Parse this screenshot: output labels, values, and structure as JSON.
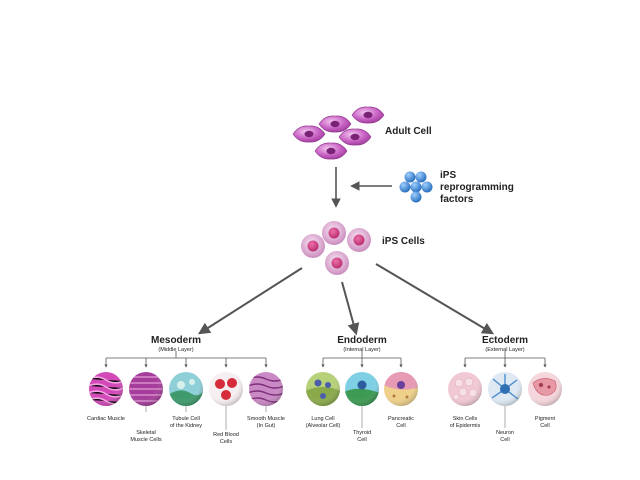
{
  "top": {
    "adult_cell": "Adult Cell",
    "factors_line1": "iPS",
    "factors_line2": "reprogramming",
    "factors_line3": "factors",
    "ips_cells": "iPS Cells"
  },
  "layers": [
    {
      "name": "Mesoderm",
      "sub": "(Middle Layer)",
      "cells": [
        {
          "label": "Cardiac Muscle"
        },
        {
          "label": "Skeletal\nMuscle Cells"
        },
        {
          "label": "Tubule Cell\nof the Kidney"
        },
        {
          "label": "Red Blood\nCells"
        },
        {
          "label": "Smooth Muscle\n(In Gut)"
        }
      ]
    },
    {
      "name": "Endoderm",
      "sub": "(Internal Layer)",
      "cells": [
        {
          "label": "Lung Cell\n(Alveolar Cell)"
        },
        {
          "label": "Thyroid\nCell"
        },
        {
          "label": "Pancreatic\nCell"
        }
      ]
    },
    {
      "name": "Ectoderm",
      "sub": "(External Layer)",
      "cells": [
        {
          "label": "Skin Cells\nof Epidermis"
        },
        {
          "label": "Neuron\nCell"
        },
        {
          "label": "Pigment\nCell"
        }
      ]
    }
  ],
  "colors": {
    "adult_cell": "#c45bc0",
    "ips_cell": "#c85a9c",
    "factor": "#3c8fd8",
    "arrow": "#555555"
  }
}
